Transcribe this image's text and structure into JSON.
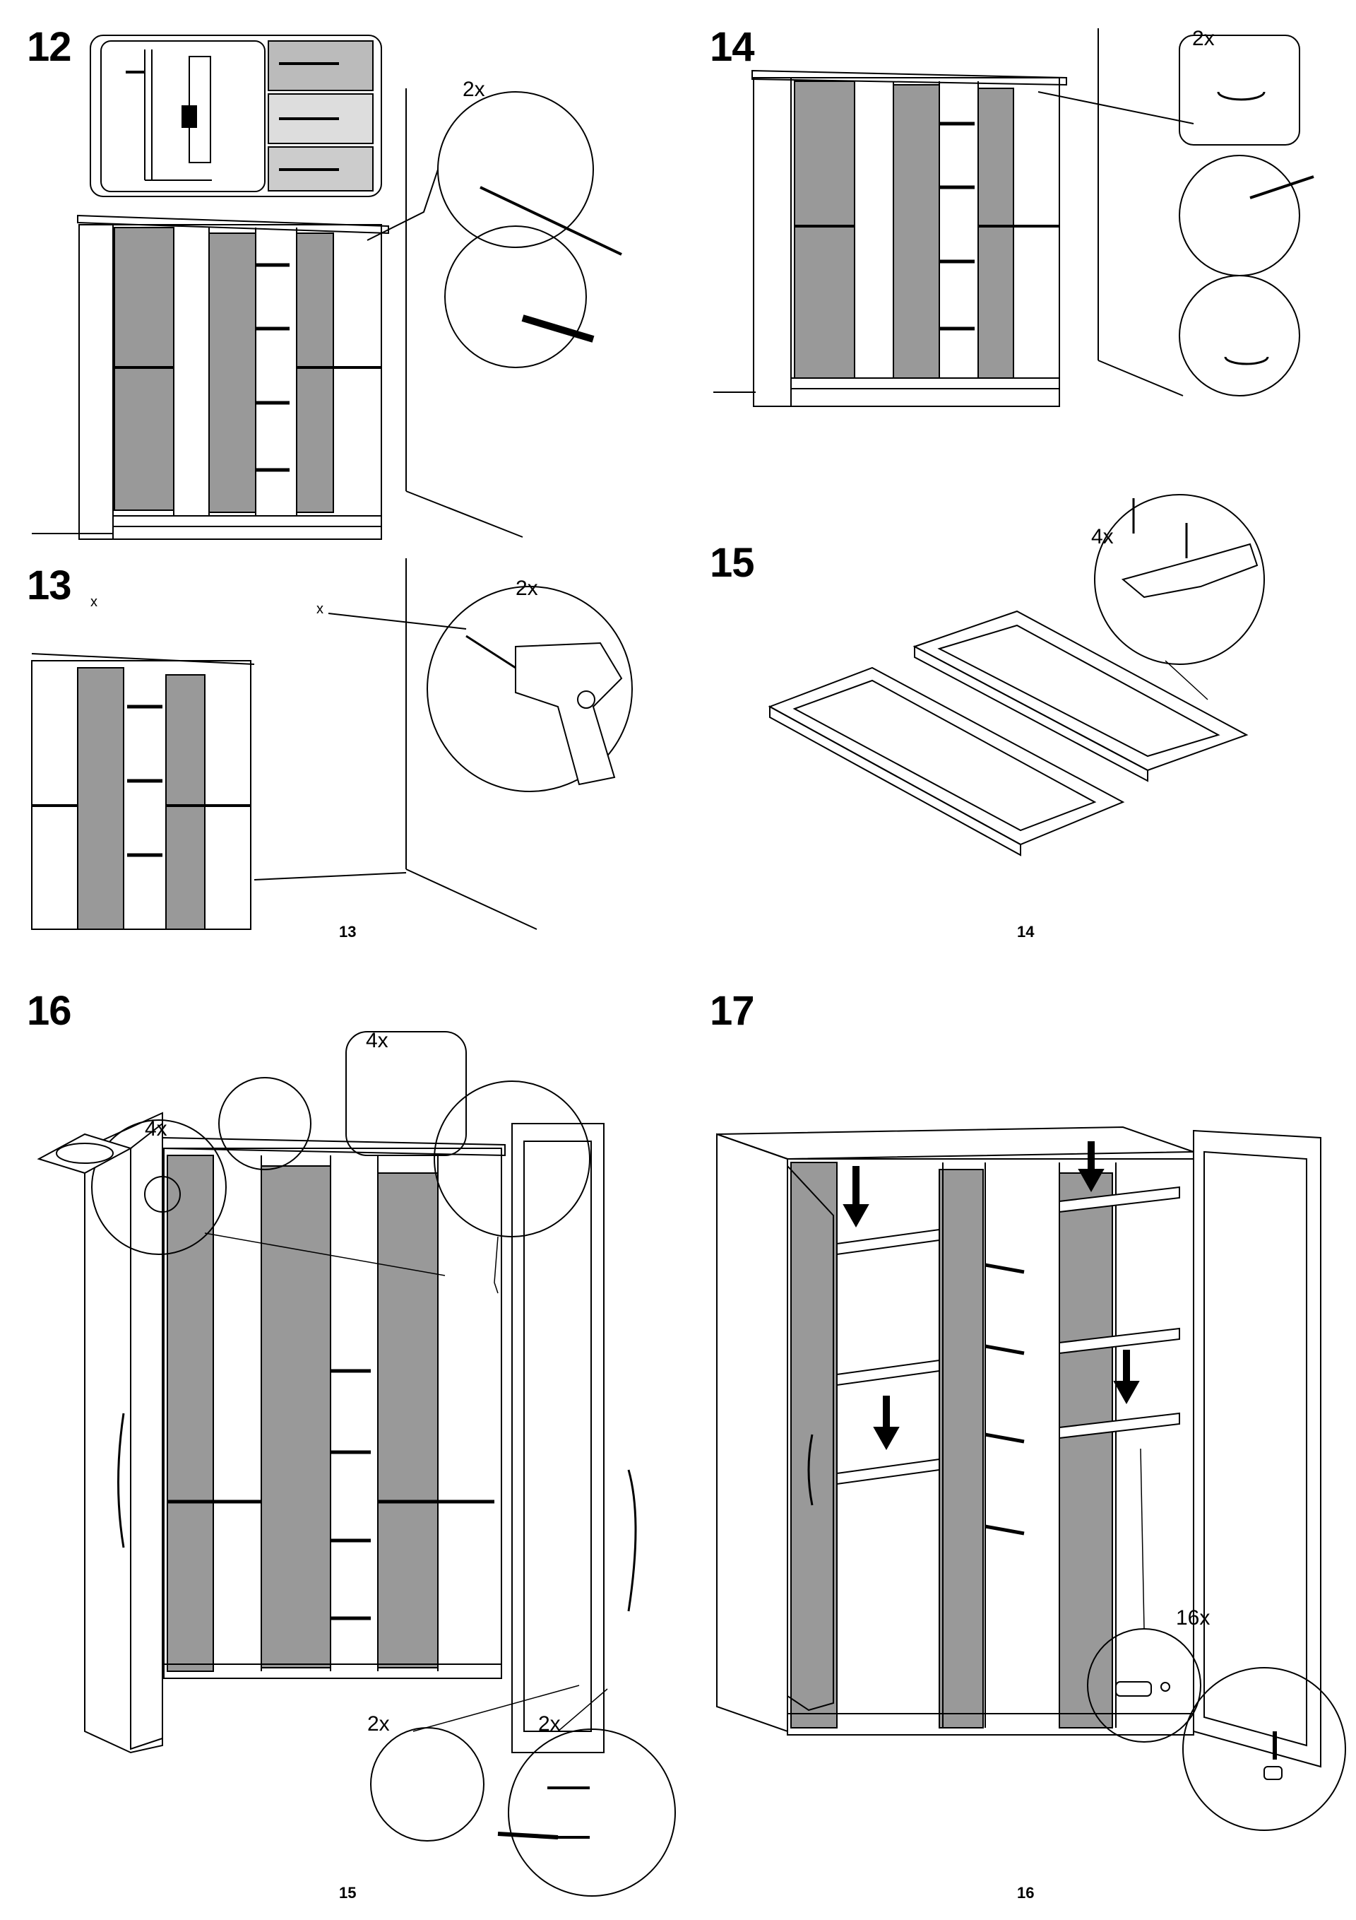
{
  "steps": [
    {
      "number": "12",
      "labels": [
        "2x"
      ]
    },
    {
      "number": "13",
      "labels": [
        "x",
        "x",
        "2x"
      ]
    },
    {
      "number": "14",
      "labels": [
        "2x"
      ]
    },
    {
      "number": "15",
      "labels": [
        "4x"
      ]
    },
    {
      "number": "16",
      "labels": [
        "4x",
        "4x",
        "2x",
        "2x"
      ]
    },
    {
      "number": "17",
      "labels": [
        "16x"
      ]
    }
  ],
  "page_numbers": [
    "13",
    "14",
    "15",
    "16"
  ],
  "colors": {
    "ink": "#000000",
    "panel_grey": "#999999",
    "paper": "#ffffff"
  },
  "icons": [
    "screwdriver-icon",
    "drill-icon",
    "wall-plug-icon",
    "hinge-icon",
    "handle-icon",
    "shelf-peg-icon",
    "arrow-down-icon",
    "bumper-pad-icon"
  ]
}
